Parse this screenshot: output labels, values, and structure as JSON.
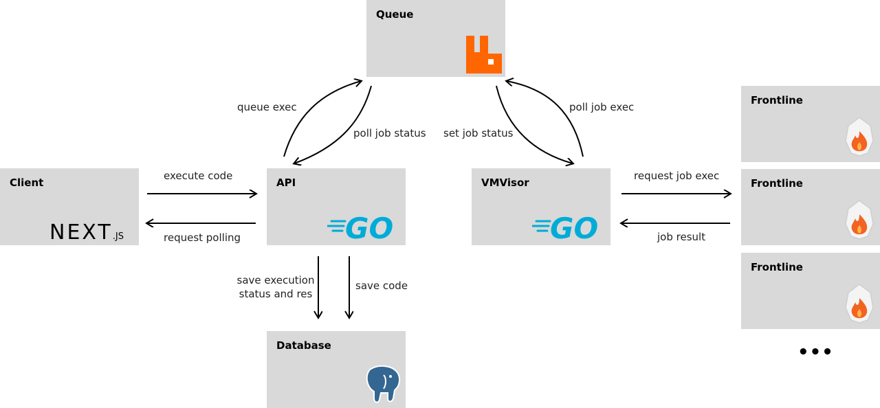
{
  "nodes": {
    "queue": {
      "title": "Queue",
      "logo": "rabbitmq-icon"
    },
    "client": {
      "title": "Client",
      "logo": "nextjs-logo",
      "logo_text": "NEXT",
      "logo_suffix": ".JS"
    },
    "api": {
      "title": "API",
      "logo": "go-logo",
      "logo_text": "GO"
    },
    "vmvisor": {
      "title": "VMVisor",
      "logo": "go-logo",
      "logo_text": "GO"
    },
    "database": {
      "title": "Database",
      "logo": "postgresql-elephant-icon"
    },
    "frontlines": [
      {
        "title": "Frontline",
        "logo": "firecracker-flame-icon"
      },
      {
        "title": "Frontline",
        "logo": "firecracker-flame-icon"
      },
      {
        "title": "Frontline",
        "logo": "firecracker-flame-icon"
      }
    ],
    "more": "•••"
  },
  "edges": {
    "queue_exec": "queue exec",
    "poll_job_status": "poll job status",
    "set_job_status": "set job status",
    "poll_job_exec": "poll job exec",
    "execute_code": "execute code",
    "request_polling": "request polling",
    "request_job_exec": "request job exec",
    "job_result": "job result",
    "save_execution_line1": "save execution",
    "save_execution_line2": "status and res",
    "save_code": "save code"
  },
  "colors": {
    "box": "#d9d9d9",
    "rabbitmq": "#ff6600",
    "go": "#00acd7",
    "postgres": "#336791",
    "flame": "#f26322"
  }
}
